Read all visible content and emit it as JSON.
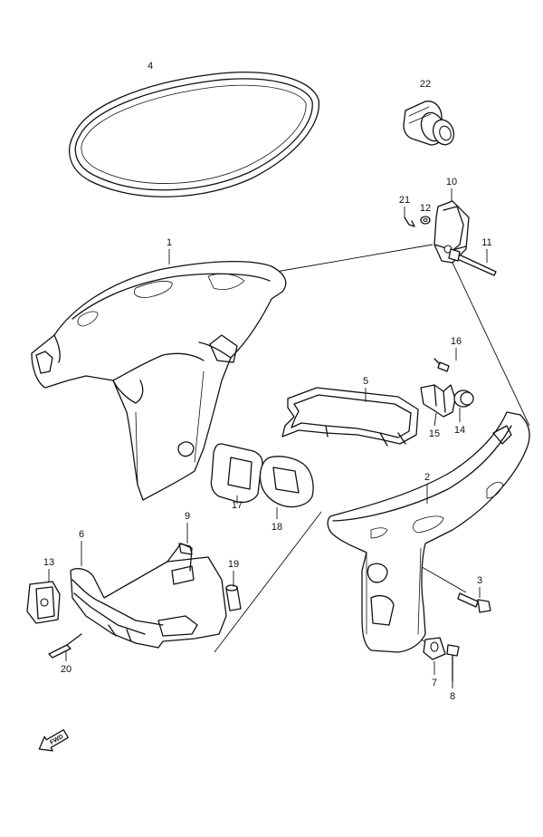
{
  "callouts": [
    {
      "id": "c1",
      "text": "1"
    },
    {
      "id": "c2",
      "text": "2"
    },
    {
      "id": "c3",
      "text": "3"
    },
    {
      "id": "c4",
      "text": "4"
    },
    {
      "id": "c5",
      "text": "5"
    },
    {
      "id": "c6",
      "text": "6"
    },
    {
      "id": "c7",
      "text": "7"
    },
    {
      "id": "c8",
      "text": "8"
    },
    {
      "id": "c9",
      "text": "9"
    },
    {
      "id": "c10",
      "text": "10"
    },
    {
      "id": "c11",
      "text": "11"
    },
    {
      "id": "c12",
      "text": "12"
    },
    {
      "id": "c13",
      "text": "13"
    },
    {
      "id": "c14",
      "text": "14"
    },
    {
      "id": "c15",
      "text": "15"
    },
    {
      "id": "c16",
      "text": "16"
    },
    {
      "id": "c17",
      "text": "17"
    },
    {
      "id": "c18",
      "text": "18"
    },
    {
      "id": "c19",
      "text": "19"
    },
    {
      "id": "c20",
      "text": "20"
    },
    {
      "id": "c21",
      "text": "21"
    },
    {
      "id": "c22",
      "text": "22"
    }
  ],
  "fwd_arrow": {
    "label": "FWD",
    "icon": "fwd-arrow-icon"
  }
}
